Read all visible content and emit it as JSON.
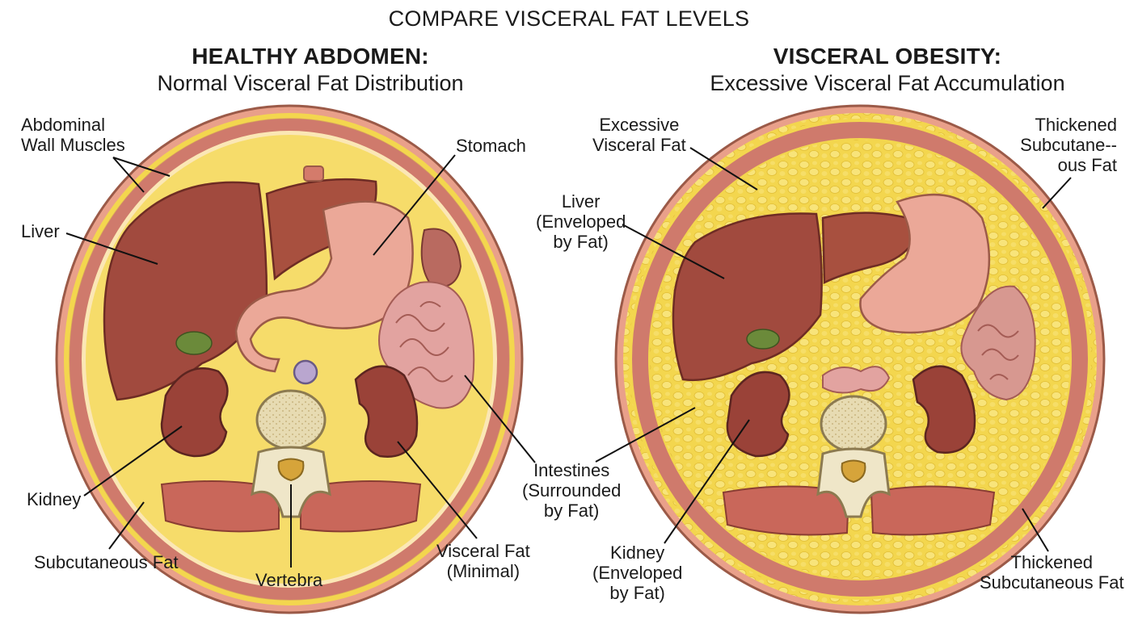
{
  "title": "COMPARE VISCERAL FAT LEVELS",
  "left_panel": {
    "heading": "HEALTHY ABDOMEN:",
    "subheading": "Normal Visceral Fat Distribution",
    "labels": {
      "abdominal_wall": [
        "Abdominal",
        "Wall Muscles"
      ],
      "stomach": "Stomach",
      "liver": "Liver",
      "kidney": "Kidney",
      "subcutaneous": "Subcutaneous Fat",
      "vertebra": "Vertebra",
      "visceral": [
        "Visceral Fat",
        "(Minimal)"
      ],
      "intestines": [
        "Intestines",
        "(Surrounded",
        "by Fat)"
      ]
    }
  },
  "right_panel": {
    "heading": "VISCERAL OBESITY:",
    "subheading": "Excessive Visceral Fat Accumulation",
    "labels": {
      "excessive_visceral": [
        "Excessive",
        "Visceral Fat"
      ],
      "thickened_top": [
        "Thickened",
        "Subcutane--",
        "ous Fat"
      ],
      "liver": [
        "Liver",
        "(Enveloped",
        "by Fat)"
      ],
      "kidney": [
        "Kidney",
        "(Enveloped",
        "by Fat)"
      ],
      "thickened_bottom": [
        "Thickened",
        "Subcutaneous Fat"
      ]
    }
  },
  "colors": {
    "skin": "#e9a08a",
    "fat": "#f3d64e",
    "fat_light": "#f8e47a",
    "muscle": "#cf7a6c",
    "liver": "#a14a3e",
    "stomach": "#eba898",
    "kidney": "#9a4238",
    "intestine": "#e2a3a0",
    "bone": "#efe6c8",
    "outline": "#8a4a3a"
  }
}
